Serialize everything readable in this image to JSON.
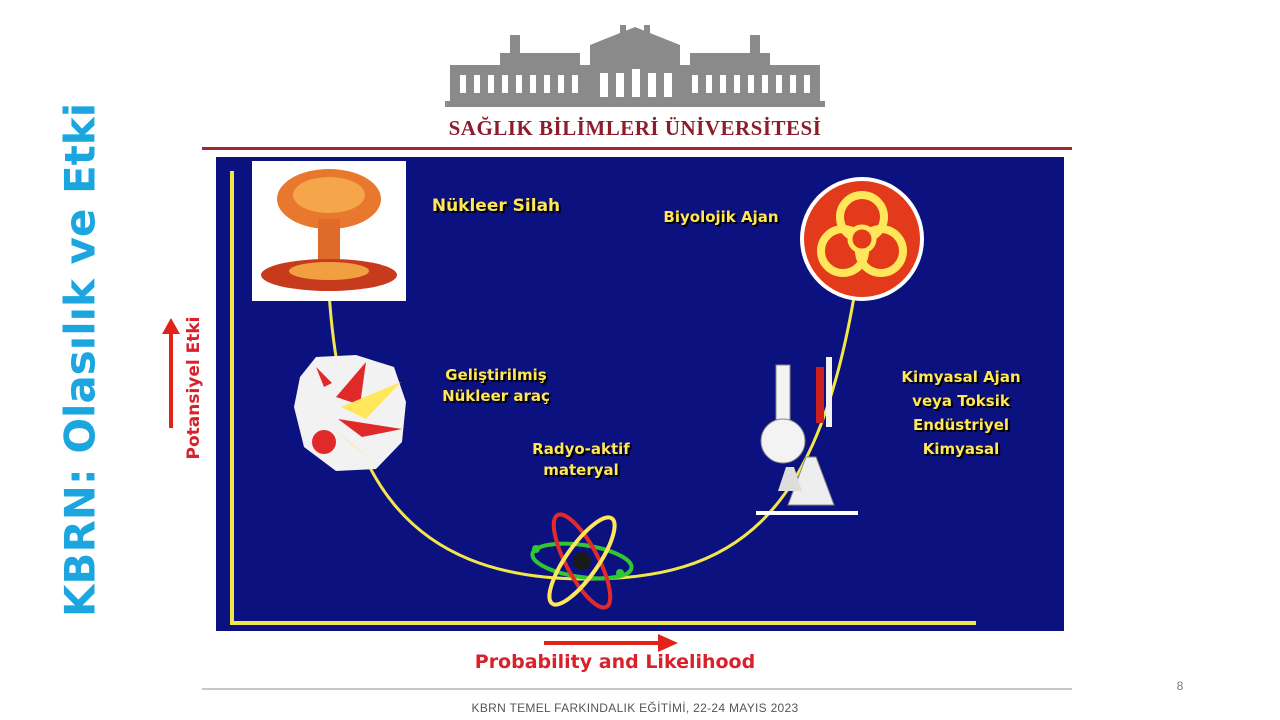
{
  "slide_title": "KBRN: Olasılık ve Etki",
  "university_name": "SAĞLIK BİLİMLERİ ÜNİVERSİTESİ",
  "diagram": {
    "y_axis_label": "Potansiyel Etki",
    "x_axis_label": "Probability and Likelihood",
    "items": [
      {
        "id": "nuclear",
        "lines": [
          "Nükleer Silah"
        ],
        "icon": "mushroom-cloud-icon"
      },
      {
        "id": "improvised",
        "lines": [
          "Geliştirilmiş",
          "Nükleer araç"
        ],
        "icon": "explosion-icon"
      },
      {
        "id": "radioactive",
        "lines": [
          "Radyo-aktif",
          "materyal"
        ],
        "icon": "atom-icon"
      },
      {
        "id": "chemical",
        "lines": [
          "Kimyasal Ajan",
          "veya Toksik",
          "Endüstriyel",
          "Kimyasal"
        ],
        "icon": "lab-flask-icon"
      },
      {
        "id": "biological",
        "lines": [
          "Biyolojik Ajan"
        ],
        "icon": "biohazard-icon"
      }
    ]
  },
  "footer": "KBRN TEMEL FARKINDALIK EĞİTİMİ, 22-24 MAYIS 2023",
  "page_number": "8",
  "colors": {
    "title": "#1ba6df",
    "panel": "#0b1280",
    "curve": "#f2e64a",
    "arrow": "#e2231a",
    "brand": "#8b1d2c"
  }
}
